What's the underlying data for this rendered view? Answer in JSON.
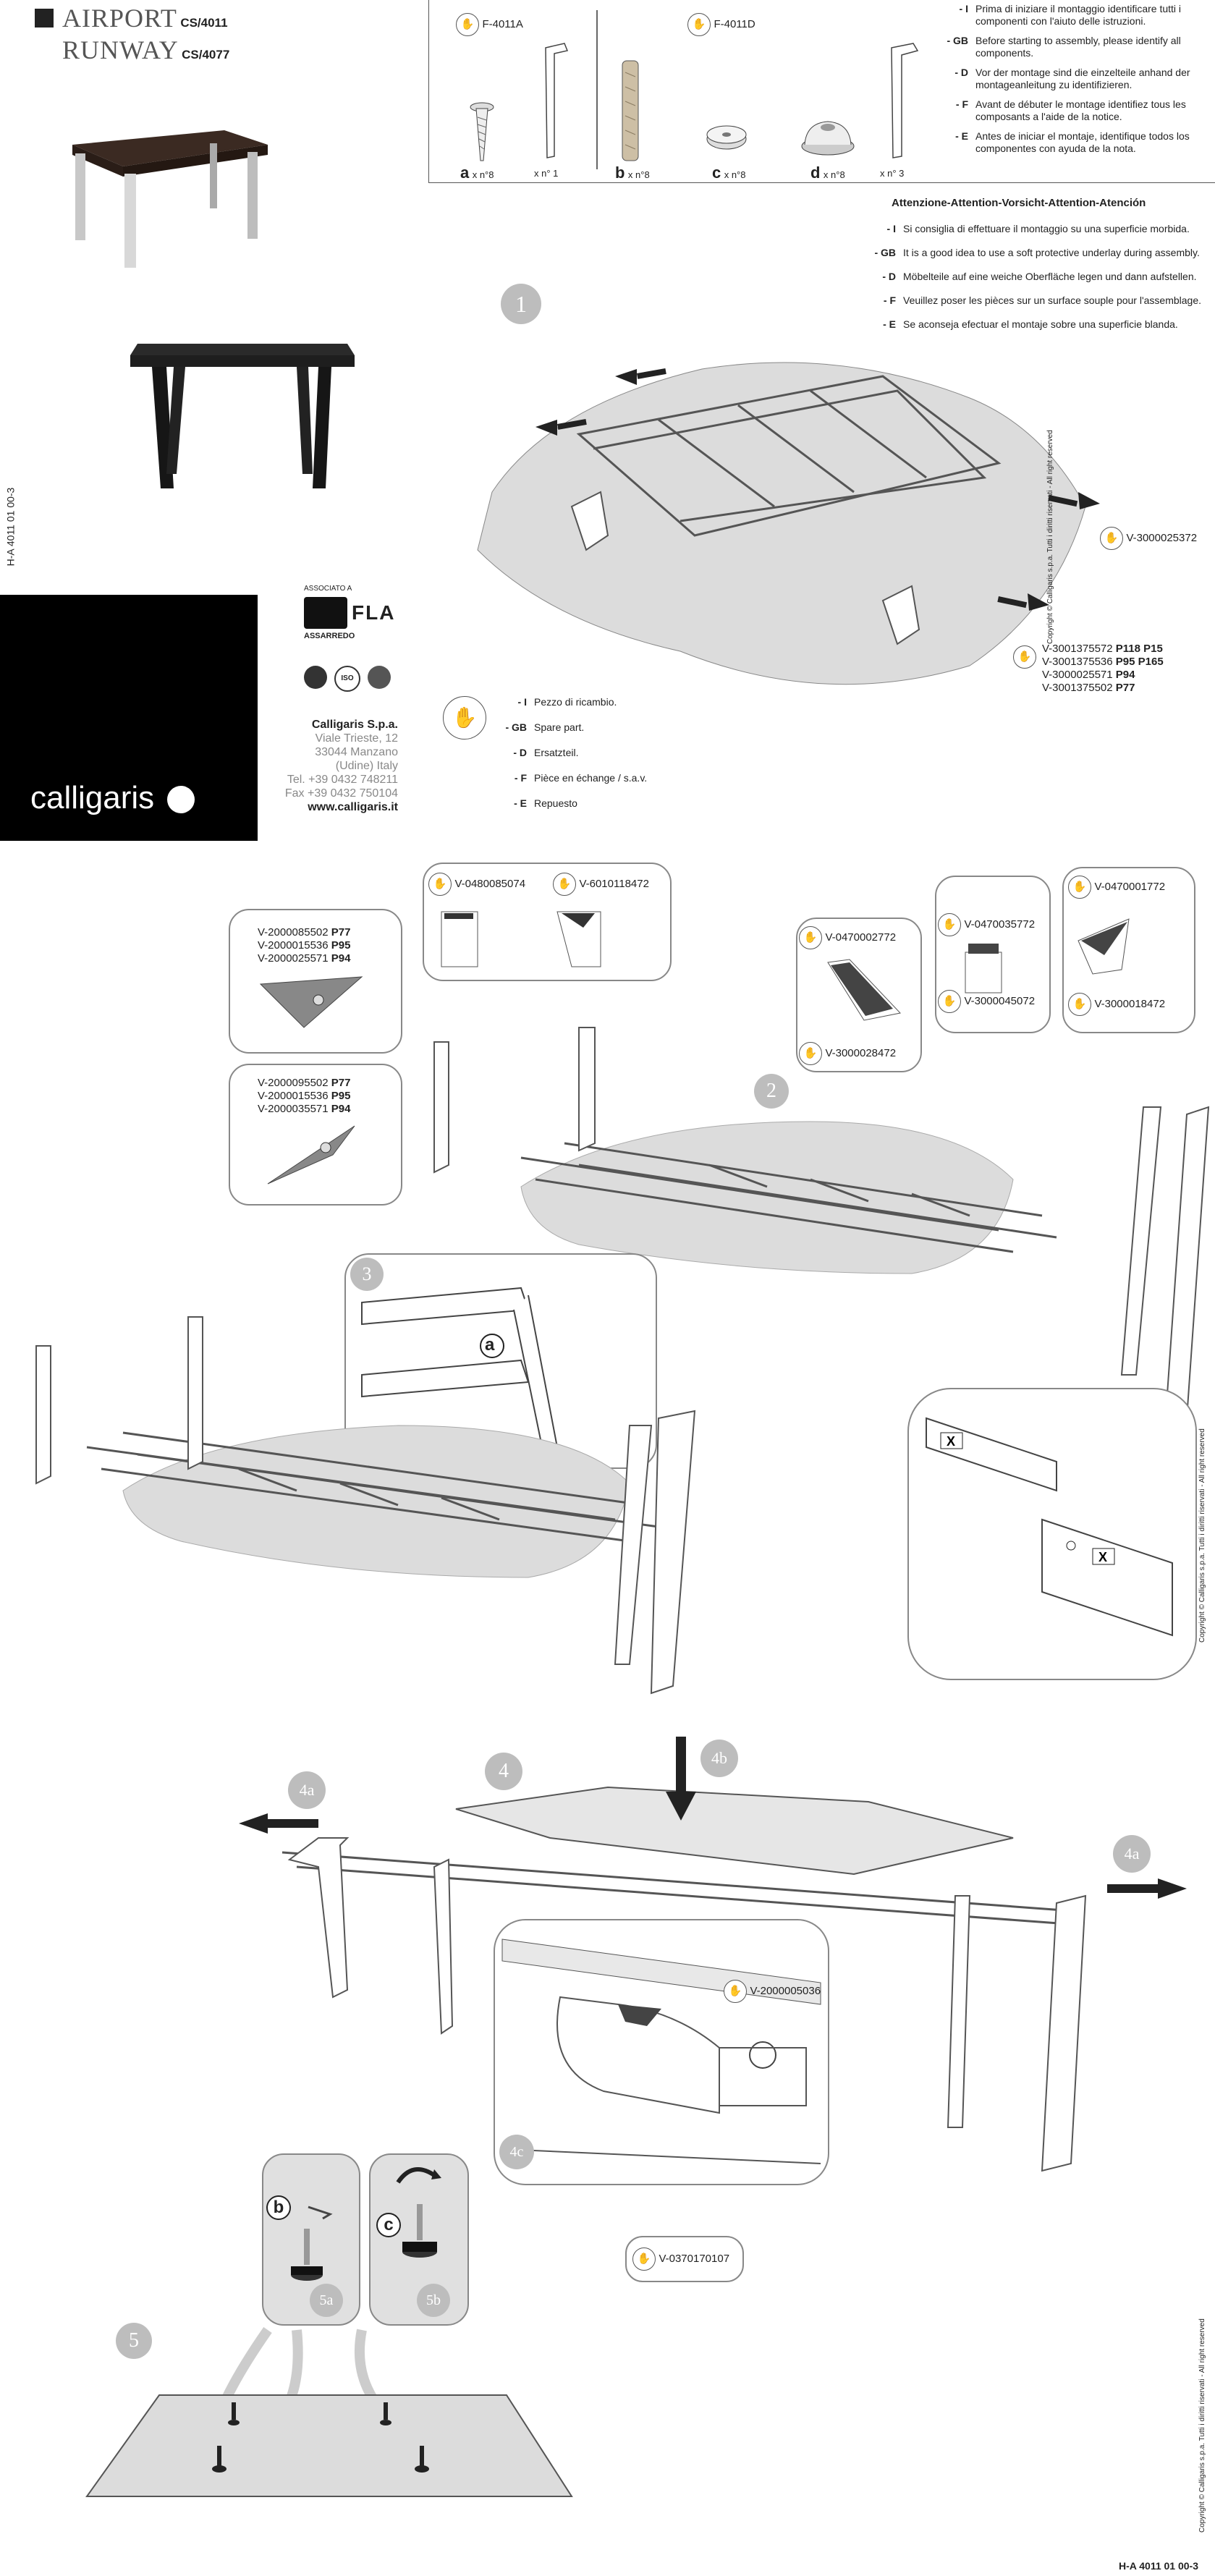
{
  "header": {
    "title_lines": [
      {
        "name": "AIRPORT",
        "code": "CS/4011"
      },
      {
        "name": "RUNWAY",
        "code": "CS/4077"
      }
    ],
    "doc_code_side": "H-A 4011 01 00-3",
    "doc_code_bottom": "H-A 4011 01 00-3"
  },
  "parts_box": {
    "kit_a_code": "F-4011A",
    "kit_d_code": "F-4011D",
    "parts": [
      {
        "letter": "a",
        "qty": "x n°8"
      },
      {
        "letter": "",
        "qty": "x n° 1"
      },
      {
        "letter": "b",
        "qty": "x n°8"
      },
      {
        "letter": "c",
        "qty": "x n°8"
      },
      {
        "letter": "d",
        "qty": "x n°8"
      },
      {
        "letter": "",
        "qty": "x n° 3"
      }
    ]
  },
  "instructions": [
    {
      "lang": "- I",
      "text": "Prima di iniziare il montaggio identificare tutti i componenti con l'aiuto delle istruzioni."
    },
    {
      "lang": "- GB",
      "text": "Before starting to assembly, please identify all components."
    },
    {
      "lang": "- D",
      "text": "Vor der montage  sind die einzelteile anhand der montageanleitung zu identifizieren."
    },
    {
      "lang": "- F",
      "text": "Avant de débuter le montage identifiez tous les composants a l'aide de la notice."
    },
    {
      "lang": "- E",
      "text": "Antes de iniciar el montaje, identifique todos los componentes con ayuda de la nota."
    }
  ],
  "attention": {
    "heading": "Attenzione-Attention-Vorsicht-Attention-Atención",
    "items": [
      {
        "lang": "- I",
        "text": "Si consiglia di effettuare il montaggio su una superficie morbida."
      },
      {
        "lang": "- GB",
        "text": "It is a good idea to use a soft protective underlay during assembly."
      },
      {
        "lang": "- D",
        "text": "Möbelteile auf eine weiche Oberfläche legen und dann aufstellen."
      },
      {
        "lang": "- F",
        "text": "Veuillez poser les pièces sur un surface souple pour l'assemblage."
      },
      {
        "lang": "- E",
        "text": "Se aconseja efectuar el montaje sobre una superficie blanda."
      }
    ]
  },
  "company": {
    "brand": "calligaris",
    "assoc_label": "ASSOCIATO A",
    "fla": "FLA",
    "assarredo": "ASSARREDO",
    "iso_label": "ISO",
    "name": "Calligaris S.p.a.",
    "address_1": "Viale Trieste, 12",
    "address_2": "33044 Manzano",
    "address_3": "(Udine) Italy",
    "tel": "Tel. +39 0432 748211",
    "fax": "Fax +39 0432 750104",
    "web": "www.calligaris.it"
  },
  "spare_legend": [
    {
      "lang": "- I",
      "text": "Pezzo di ricambio."
    },
    {
      "lang": "- GB",
      "text": "Spare part."
    },
    {
      "lang": "- D",
      "text": "Ersatzteil."
    },
    {
      "lang": "- F",
      "text": "Pièce en échange / s.a.v."
    },
    {
      "lang": "- E",
      "text": "Repuesto"
    }
  ],
  "steps": {
    "s1": "1",
    "s2": "2",
    "s3": "3",
    "s4": "4",
    "s4a": "4a",
    "s4b": "4b",
    "s4c": "4c",
    "s5": "5",
    "s5a": "5a",
    "s5b": "5b"
  },
  "step3_label": "a",
  "step5_labels": {
    "b": "b",
    "c": "c"
  },
  "codes": {
    "c1_frame": "V-3000025372",
    "c1_list": [
      {
        "code": "V-3001375572",
        "p1": "P118",
        "p2": "P15"
      },
      {
        "code": "V-3001375536",
        "p1": "P95",
        "p2": "P165"
      },
      {
        "code": "V-3000025571",
        "p1": "P94",
        "p2": ""
      },
      {
        "code": "V-3001375502",
        "p1": "P77",
        "p2": ""
      }
    ],
    "box_leg_top_left": "V-0480085074",
    "box_leg_top_right": "V-6010118472",
    "box_plate_1": [
      {
        "code": "V-2000085502",
        "p": "P77"
      },
      {
        "code": "V-2000015536",
        "p": "P95"
      },
      {
        "code": "V-2000025571",
        "p": "P94"
      }
    ],
    "box_plate_2": [
      {
        "code": "V-2000095502",
        "p": "P77"
      },
      {
        "code": "V-2000015536",
        "p": "P95"
      },
      {
        "code": "V-2000035571",
        "p": "P94"
      }
    ],
    "box_cap_left_top": "V-0470002772",
    "box_cap_left_bottom": "V-3000028472",
    "box_cap_mid_top": "V-0470035772",
    "box_cap_mid_bottom": "V-3000045072",
    "box_cap_right_top": "V-0470001772",
    "box_cap_right_bottom": "V-3000018472",
    "step4_hook": "V-2000005036",
    "step4_foot": "V-0370170107"
  },
  "copyright": "Copyright © Calligaris s.p.a.  Tutti i diritti riservati - All right reserved"
}
